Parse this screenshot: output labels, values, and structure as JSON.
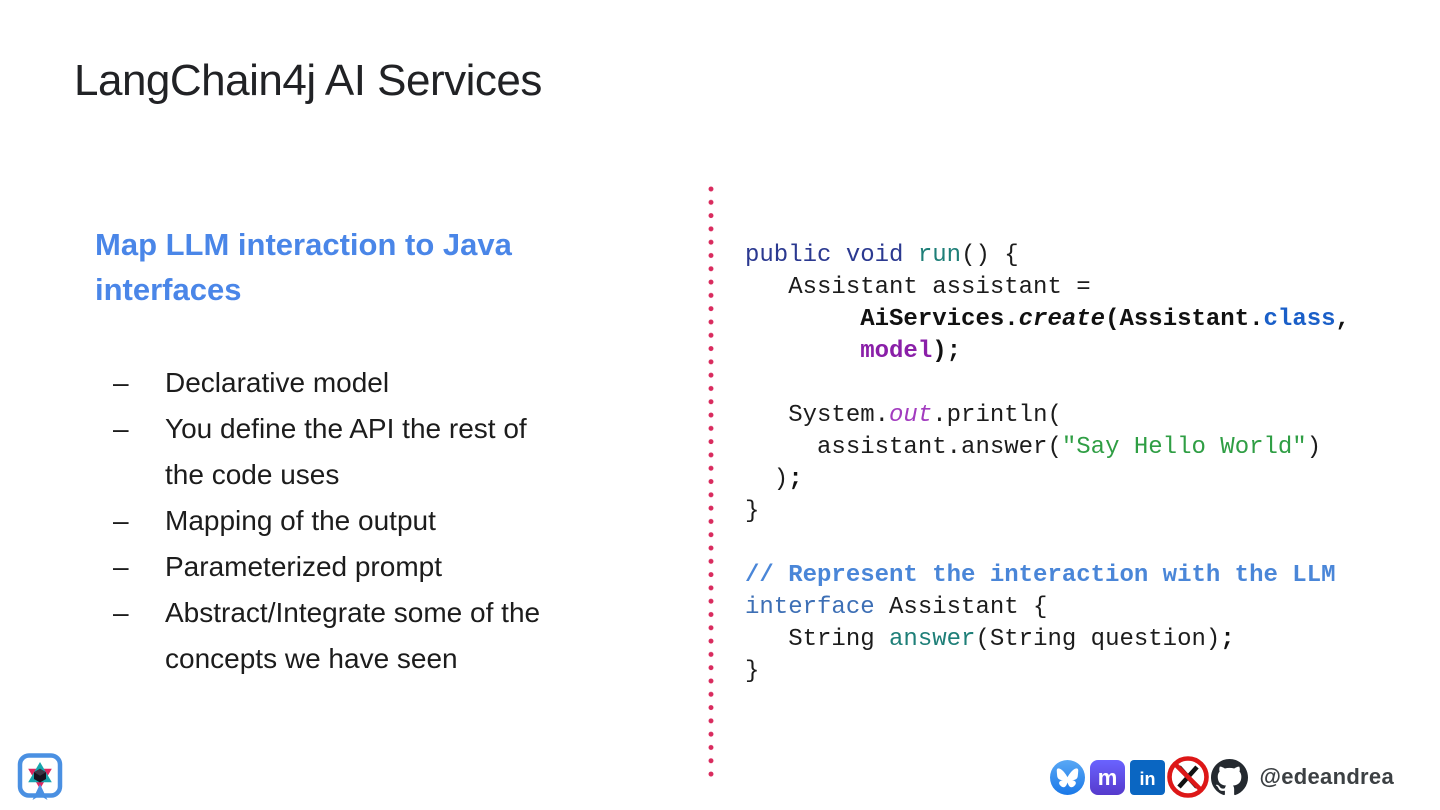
{
  "slide": {
    "title": "LangChain4j AI Services"
  },
  "left": {
    "heading": "Map LLM interaction to Java interfaces",
    "marker": "–",
    "bullets": [
      "Declarative model",
      "You define the API the rest of the code uses",
      "Mapping of the output",
      "Parameterized prompt",
      "Abstract/Integrate some of the concepts we have seen"
    ]
  },
  "code": {
    "lines": [
      [
        {
          "t": "public",
          "c": "kw"
        },
        {
          "t": " ",
          "c": "p"
        },
        {
          "t": "void",
          "c": "kw"
        },
        {
          "t": " ",
          "c": "p"
        },
        {
          "t": "run",
          "c": "fn"
        },
        {
          "t": "() {",
          "c": "p"
        }
      ],
      [
        {
          "t": "   Assistant assistant =",
          "c": "p"
        }
      ],
      [
        {
          "t": "        ",
          "c": "p"
        },
        {
          "t": "AiServices",
          "c": "b"
        },
        {
          "t": ".",
          "c": "b"
        },
        {
          "t": "create",
          "c": "bi"
        },
        {
          "t": "(Assistant.",
          "c": "b"
        },
        {
          "t": "class",
          "c": "cls"
        },
        {
          "t": ",",
          "c": "b"
        }
      ],
      [
        {
          "t": "        ",
          "c": "p"
        },
        {
          "t": "model",
          "c": "mdl"
        },
        {
          "t": ");",
          "c": "b"
        }
      ],
      [],
      [
        {
          "t": "   System.",
          "c": "p"
        },
        {
          "t": "out",
          "c": "fld"
        },
        {
          "t": ".println(",
          "c": "p"
        }
      ],
      [
        {
          "t": "     assistant.answer(",
          "c": "p"
        },
        {
          "t": "\"Say Hello World\"",
          "c": "str"
        },
        {
          "t": ")",
          "c": "p"
        }
      ],
      [
        {
          "t": "  )",
          "c": "p"
        },
        {
          "t": ";",
          "c": "b"
        }
      ],
      [
        {
          "t": "}",
          "c": "p"
        }
      ],
      [],
      [
        {
          "t": "// Represent the interaction with the LLM",
          "c": "cmt"
        }
      ],
      [
        {
          "t": "interface",
          "c": "ifc"
        },
        {
          "t": " Assistant {",
          "c": "p"
        }
      ],
      [
        {
          "t": "   String ",
          "c": "p"
        },
        {
          "t": "answer",
          "c": "fn"
        },
        {
          "t": "(String question)",
          "c": "p"
        },
        {
          "t": ";",
          "c": "b"
        }
      ],
      [
        {
          "t": "}",
          "c": "p"
        }
      ]
    ]
  },
  "footer": {
    "handle": "@edeandrea",
    "icons": [
      "bluesky-icon",
      "mastodon-icon",
      "linkedin-icon",
      "x-twitter-blocked-icon",
      "github-icon"
    ],
    "glyphs": {
      "mastodon": "m",
      "linkedin": "in"
    }
  },
  "colors": {
    "accent-blue": "#4a86e8",
    "dot-pink": "#d92b5e",
    "code-keyword": "#2b3990",
    "code-function": "#1e7f78",
    "code-class": "#1a5fc8",
    "code-field": "#8a1fa8",
    "code-string": "#2f9e44",
    "code-comment": "#4a86d8",
    "code-interface": "#3d6fb5",
    "linkedin-blue": "#0a66c2",
    "bluesky-blue": "#1a78e8",
    "mastodon-purple": "#6364ff",
    "blocked-red": "#dd1717"
  }
}
